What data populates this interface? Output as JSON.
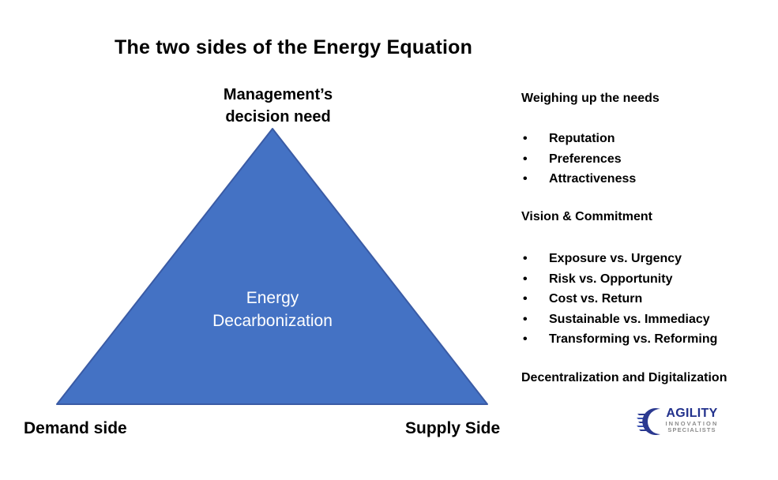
{
  "slide": {
    "title": "The two sides of the Energy Equation"
  },
  "triangle": {
    "apex_label": "Management’s decision need",
    "center_label": "Energy Decarbonization",
    "bottom_left_label": "Demand side",
    "bottom_right_label": "Supply Side",
    "fill_color": "#4472C4",
    "border_color": "#3A5BA5"
  },
  "right_panel": {
    "sections": [
      {
        "heading": "Weighing up the needs",
        "items": [
          "Reputation",
          "Preferences",
          "Attractiveness"
        ]
      },
      {
        "heading": "Vision & Commitment",
        "items": [
          "Exposure vs. Urgency",
          "Risk vs. Opportunity",
          "Cost vs. Return",
          "Sustainable vs. Immediacy",
          "Transforming vs. Reforming"
        ]
      },
      {
        "heading": "Decentralization and Digitalization",
        "items": []
      }
    ],
    "bullet_char": "•"
  },
  "logo": {
    "name": "AGILITY",
    "subtitle_line1": "INNOVATION",
    "subtitle_line2": "SPECIALISTS",
    "name_color": "#22318C",
    "subtitle_color": "#8C8C8C",
    "icon_color": "#2B3990"
  }
}
